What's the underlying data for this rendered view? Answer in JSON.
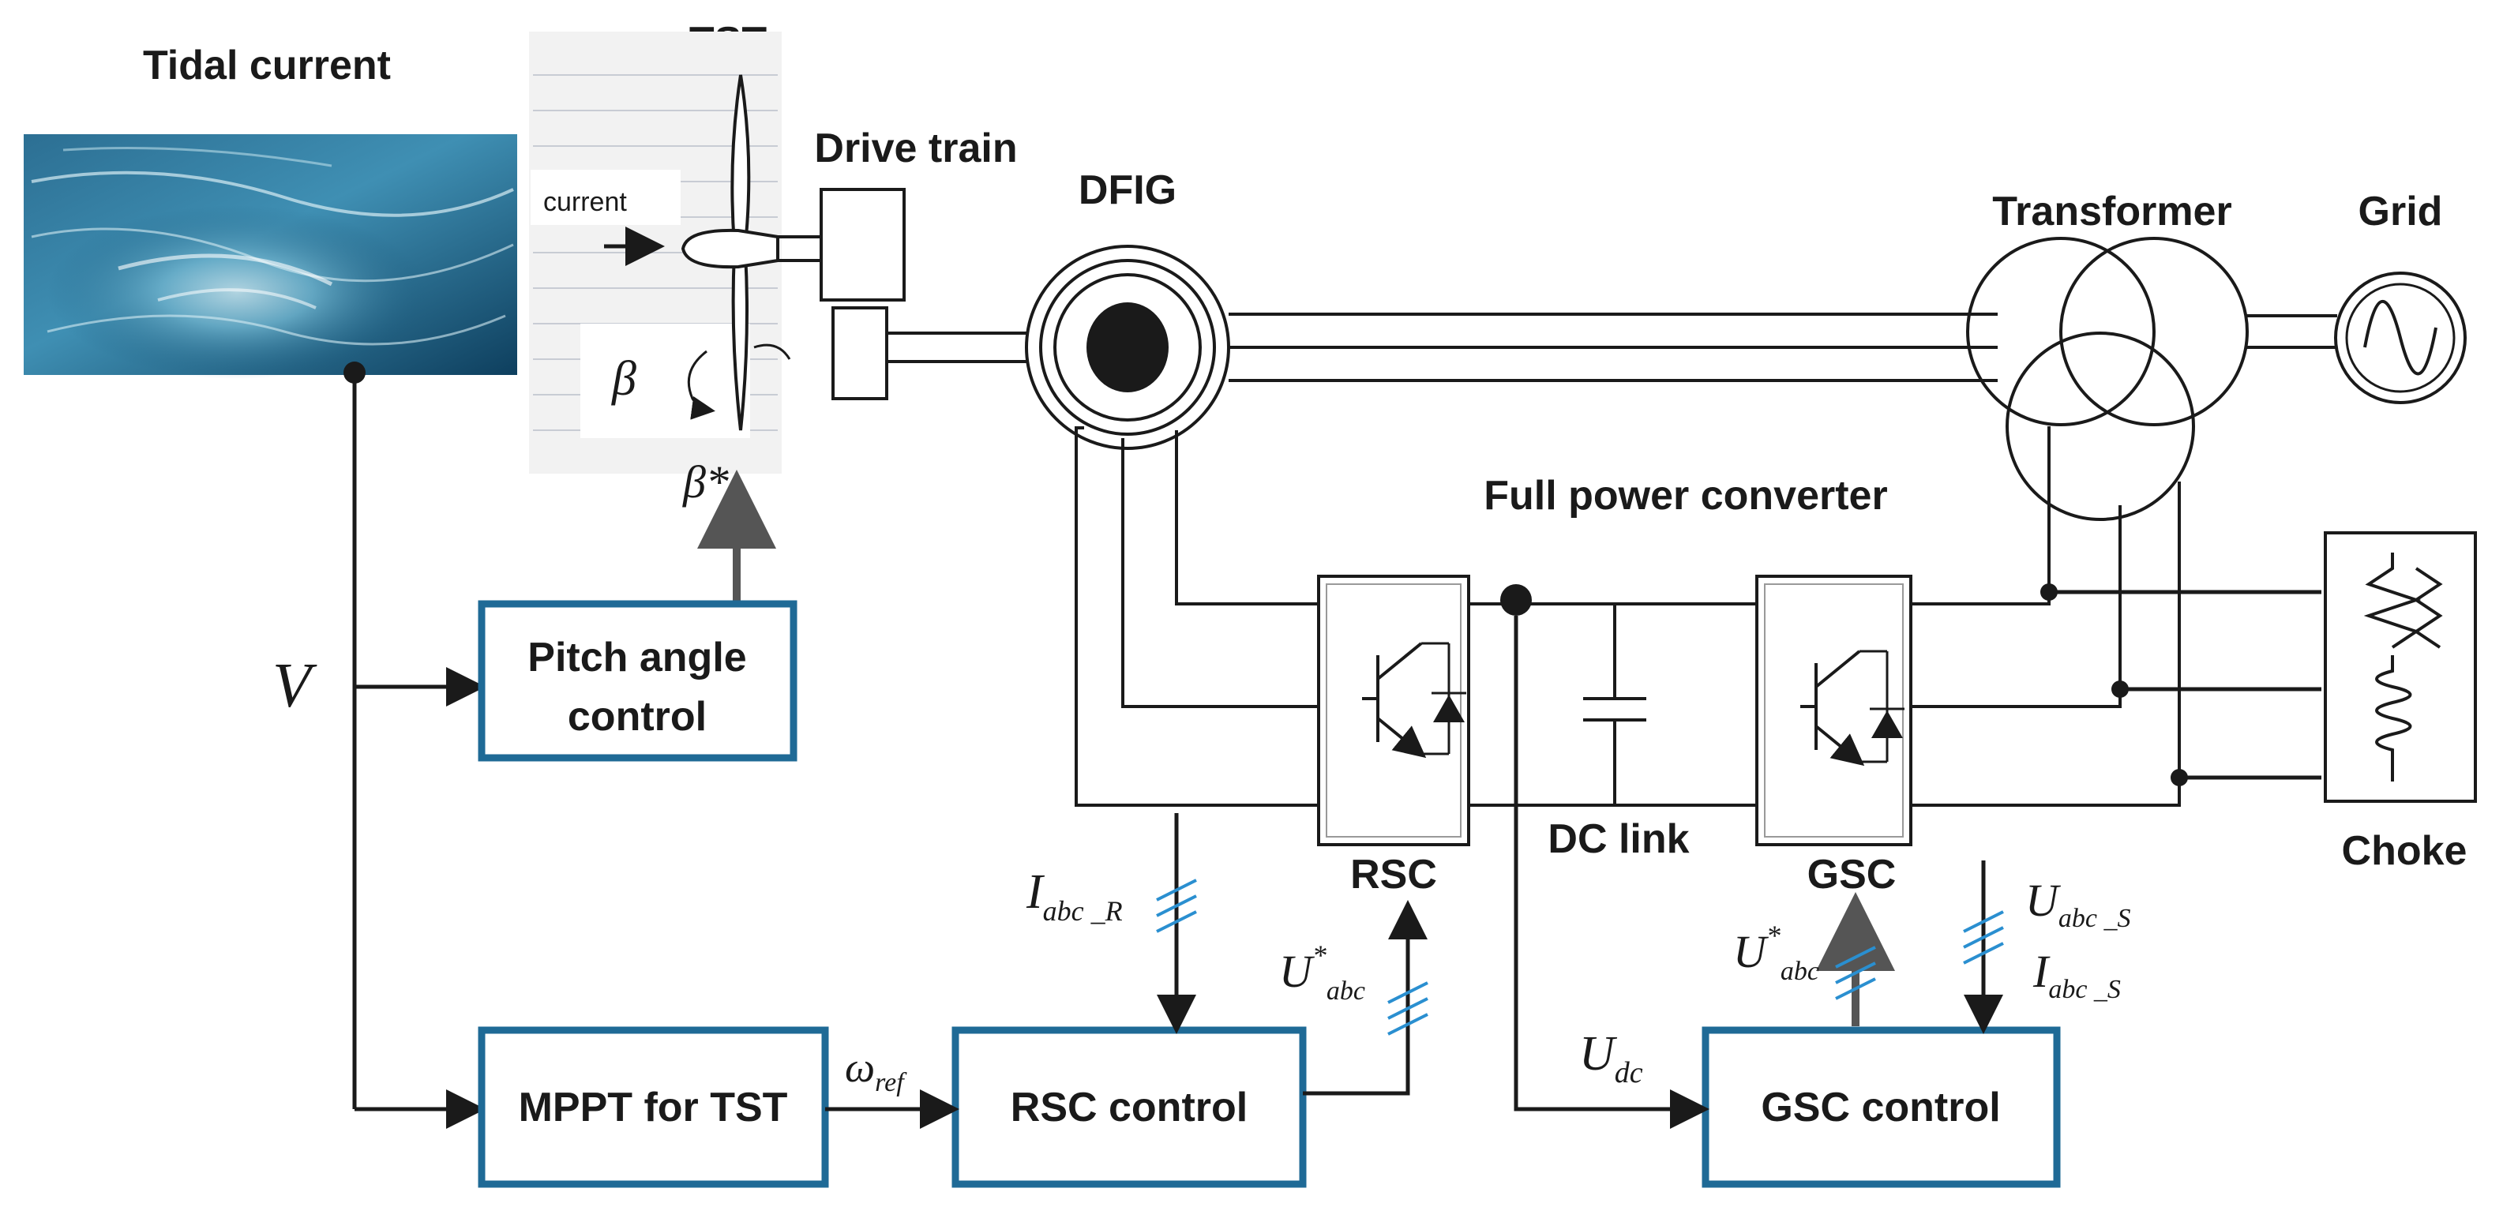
{
  "labels": {
    "tidal_current": "Tidal current",
    "tst": "TST",
    "drive_train": "Drive train",
    "dfig": "DFIG",
    "transformer": "Transformer",
    "grid": "Grid",
    "full_power_converter": "Full power converter",
    "dc_link": "DC link",
    "rsc": "RSC",
    "gsc": "GSC",
    "choke": "Choke",
    "current": "current"
  },
  "boxes": {
    "pitch_line1": "Pitch angle",
    "pitch_line2": "control",
    "mppt": "MPPT for TST",
    "rsc_control": "RSC control",
    "gsc_control": "GSC control"
  },
  "symbols": {
    "V": "V",
    "beta": "β",
    "beta_star": "β*",
    "I_main": "I",
    "I_abc_R_sub": "abc _R",
    "U_main": "U",
    "U_star": "*",
    "U_abc_sub": "abc",
    "U_dc_sub": "dc",
    "omega": "ω",
    "omega_sub": "ref",
    "U_abc_S_sub": "abc _S",
    "I_abc_S_sub": "abc _S"
  },
  "colors": {
    "box_border": "#1f6a96",
    "line": "#1a1a1a",
    "pitch_arrow": "#555555",
    "tick": "#2a8fd0",
    "water_dark": "#0e3f5e",
    "water_light": "#5fa6c4"
  }
}
